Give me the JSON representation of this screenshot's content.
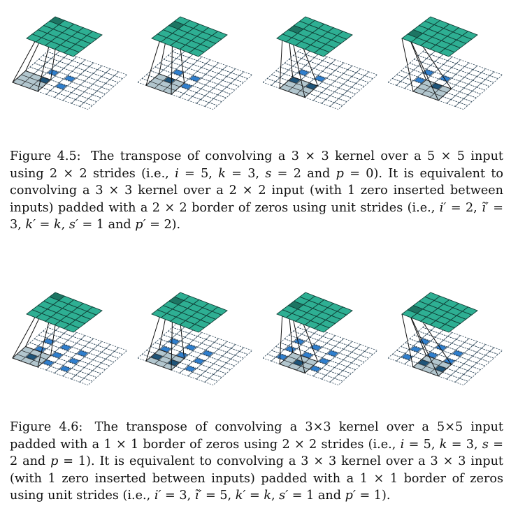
{
  "figure_4_5": {
    "label": "Figure 4.5:",
    "caption_runs": [
      "The transpose of convolving a 3 × 3 kernel over a 5 × 5 input using 2 × 2 strides (i.e., ",
      "i",
      " = 5, ",
      "k",
      " = 3, ",
      "s",
      " = 2 and ",
      "p",
      " = 0). It is equivalent to convolving a 3 × 3 kernel over a 2 × 2 input (with 1 zero inserted between inputs) padded with a 2 × 2 border of zeros using unit strides (i.e., ",
      "i′",
      " = 2, ",
      "ĩ′",
      " = 3, ",
      "k′",
      " = ",
      "k",
      ", ",
      "s′",
      " = 1 and ",
      "p′",
      " = 2)."
    ],
    "panels": [
      {
        "kernel_pos": [
          0,
          0
        ],
        "output_highlight": [
          0,
          0
        ]
      },
      {
        "kernel_pos": [
          1,
          0
        ],
        "output_highlight": [
          0,
          1
        ]
      },
      {
        "kernel_pos": [
          2,
          0
        ],
        "output_highlight": [
          0,
          2
        ]
      },
      {
        "kernel_pos": [
          3,
          0
        ],
        "output_highlight": [
          0,
          3
        ]
      }
    ],
    "input_cells": [
      [
        2,
        2
      ],
      [
        4,
        2
      ],
      [
        2,
        4
      ],
      [
        4,
        4
      ]
    ]
  },
  "figure_4_6": {
    "label": "Figure 4.6:",
    "caption_runs": [
      "The transpose of convolving a 3×3 kernel over a 5×5 input padded with a 1 × 1 border of zeros using 2 × 2 strides (i.e., ",
      "i",
      " = 5, ",
      "k",
      " = 3, ",
      "s",
      " = 2 and ",
      "p",
      " = 1). It is equivalent to convolving a 3 × 3 kernel over a 3 × 3 input (with 1 zero inserted between inputs) padded with a 1 × 1 border of zeros using unit strides (i.e., ",
      "i′",
      " = 3, ",
      "ĩ′",
      " = 5, ",
      "k′",
      " = ",
      "k",
      ", ",
      "s′",
      " = 1 and ",
      "p′",
      " = 1)."
    ],
    "panels": [
      {
        "kernel_pos": [
          0,
          0
        ],
        "output_highlight": [
          0,
          0
        ]
      },
      {
        "kernel_pos": [
          1,
          0
        ],
        "output_highlight": [
          0,
          1
        ]
      },
      {
        "kernel_pos": [
          2,
          0
        ],
        "output_highlight": [
          0,
          2
        ]
      },
      {
        "kernel_pos": [
          3,
          0
        ],
        "output_highlight": [
          0,
          3
        ]
      }
    ],
    "input_cells": [
      [
        1,
        1
      ],
      [
        3,
        1
      ],
      [
        5,
        1
      ],
      [
        1,
        3
      ],
      [
        3,
        3
      ],
      [
        5,
        3
      ],
      [
        1,
        5
      ],
      [
        3,
        5
      ],
      [
        5,
        5
      ]
    ]
  },
  "colors": {
    "output": "#2eaf93",
    "output_highlight": "#1d7563",
    "kernel": "#98b3bd",
    "kernel_overlap": "#1f557a",
    "input": "#2f7fce",
    "grid": "#2b4457"
  }
}
